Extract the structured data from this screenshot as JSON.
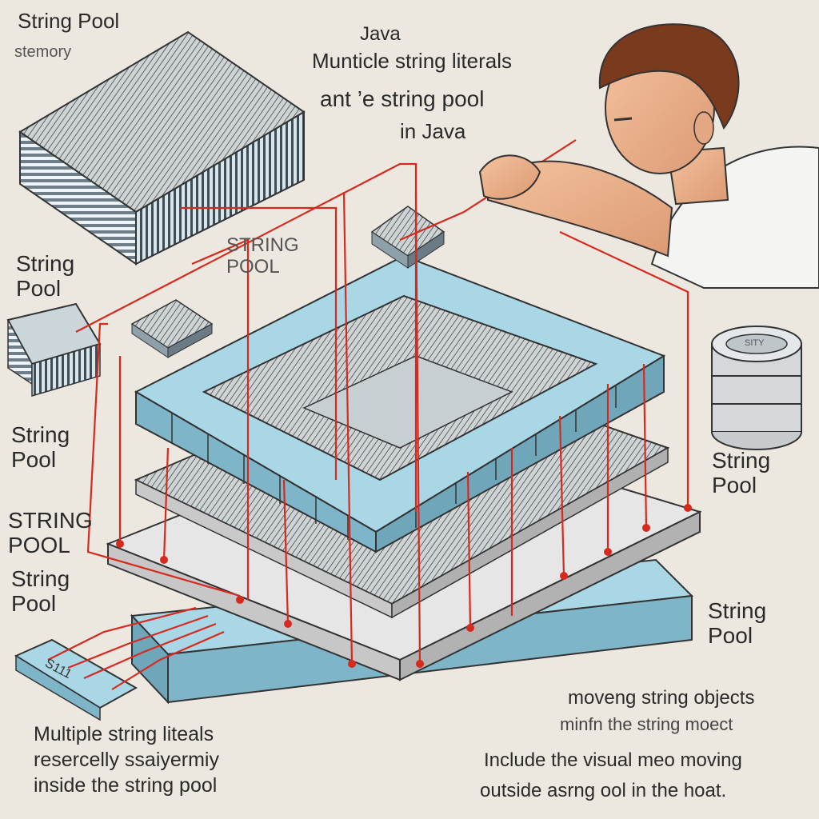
{
  "labels": {
    "string_pool_top": "String Pool",
    "stemory": "stemory",
    "java": "Java",
    "header_line1": "Munticle string literals",
    "header_line2": "ant ’e string pool",
    "header_line3": "in Java",
    "string_pool_center": "STRING POOL",
    "left_string_pool_1": "String Pool",
    "left_string_pool_2": "String Pool",
    "left_string_pool_caps": "STRING POOL",
    "left_string_pool_3": "String Pool",
    "right_string_pool_1": "String Pool",
    "right_string_pool_2": "String Pool",
    "bottom_left_line1": "Multiple string liteals",
    "bottom_left_line2": "resercelly ssaiyermiy",
    "bottom_left_line3": "inside the string pool",
    "bottom_right_line1": "moveng string objects",
    "bottom_right_line2": "minfn the string moect",
    "bottom_right_line3": "Include the visual meo moving",
    "bottom_right_line4": "outside asrng ool in the hoat.",
    "cylinder_tag": "SITY",
    "strip_tag": "S111"
  },
  "colors": {
    "background": "#ece8df",
    "block_top": "#a9d7e6",
    "block_side": "#7fb5c9",
    "wire": "#d62a1f",
    "ink": "#2a2a2a"
  }
}
